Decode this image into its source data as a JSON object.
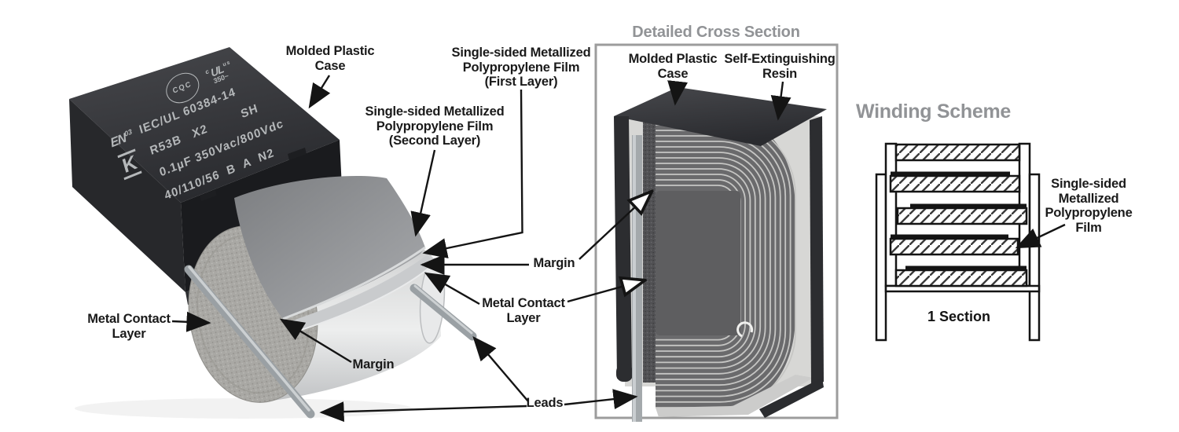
{
  "photo": {
    "labels": {
      "molded_case": [
        "Molded Plastic",
        "Case"
      ],
      "film_first": [
        "Single-sided Metallized",
        "Polypropylene Film",
        "(First Layer)"
      ],
      "film_second": [
        "Single-sided Metallized",
        "Polypropylene Film",
        "(Second Layer)"
      ],
      "metal_contact": [
        "Metal Contact",
        "Layer"
      ],
      "margin": "Margin"
    },
    "mid_labels": {
      "margin": "Margin",
      "metal_contact": [
        "Metal Contact",
        "Layer"
      ],
      "leads": "Leads"
    },
    "markings": {
      "enec": "EN",
      "enec_num": "03",
      "cqc": "CQC",
      "ul_c": "c",
      "ul": "UL",
      "ul_us": "us",
      "ul_rating": "350~",
      "standard": "IEC/UL 60384-14",
      "type_line": "R53B   X2         SH",
      "rating_line": "0.1µF 350Vac/800Vdc",
      "climate_line": "40/110/56  B  A  N2",
      "brand": "K"
    }
  },
  "cross_section": {
    "title": "Detailed Cross Section",
    "labels": {
      "molded_case": [
        "Molded Plastic",
        "Case"
      ],
      "resin": [
        "Self-Extinguishing",
        "Resin"
      ]
    }
  },
  "winding_scheme": {
    "title": "Winding Scheme",
    "film_label": [
      "Single-sided",
      "Metallized",
      "Polypropylene",
      "Film"
    ],
    "caption": "1 Section"
  },
  "colors": {
    "label_text": "#1a1a1a",
    "heading_gray": "#919396",
    "case_dark": "#2e2f33",
    "winding_gray": "#6a6a6c",
    "resin_light": "#d7d7d5",
    "lead_gray": "#9aa0a4"
  }
}
